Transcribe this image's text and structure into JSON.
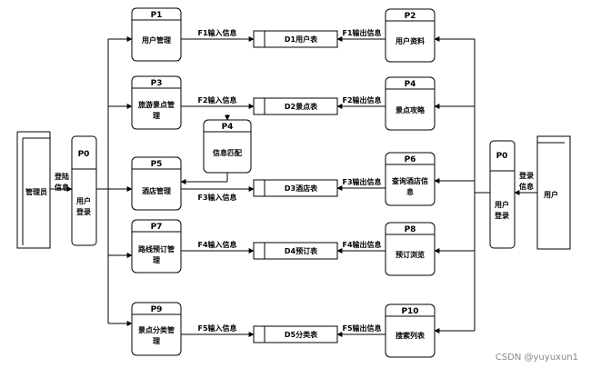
{
  "processes": {
    "p0_left": {
      "id": "P0",
      "lines": [
        "用户",
        "登录"
      ]
    },
    "p0_right": {
      "id": "P0",
      "lines": [
        "用户",
        "登录"
      ]
    },
    "p1": {
      "id": "P1",
      "lines": [
        "用户管理"
      ]
    },
    "p3": {
      "id": "P3",
      "lines": [
        "旅游景点管",
        "理"
      ]
    },
    "p5": {
      "id": "P5",
      "lines": [
        "酒店管理"
      ]
    },
    "p7": {
      "id": "P7",
      "lines": [
        "路线预订管",
        "理"
      ]
    },
    "p9": {
      "id": "P9",
      "lines": [
        "景点分类管",
        "理"
      ]
    },
    "p2": {
      "id": "P2",
      "lines": [
        "用户资料"
      ]
    },
    "p4r": {
      "id": "P4",
      "lines": [
        "景点攻略"
      ]
    },
    "p6": {
      "id": "P6",
      "lines": [
        "查询酒店信",
        "息"
      ]
    },
    "p8": {
      "id": "P8",
      "lines": [
        "预订浏览"
      ]
    },
    "p10": {
      "id": "P10",
      "lines": [
        "搜索列表"
      ]
    },
    "p4m": {
      "id": "P4",
      "lines": [
        "信息匹配"
      ]
    }
  },
  "externals": {
    "admin": "管理员",
    "user": "用户"
  },
  "login_flows": {
    "left": [
      "登陆",
      "信息"
    ],
    "right": [
      "登录",
      "信息"
    ]
  },
  "stores": [
    "D1用户表",
    "D2景点表",
    "D3酒店表",
    "D4预订表",
    "D5分类表"
  ],
  "flows_in": [
    "F1输入信息",
    "F2输入信息",
    "F3输入信息",
    "F4输入信息",
    "F5输入信息"
  ],
  "flows_out": [
    "F1输出信息",
    "F2输出信息",
    "F3输出信息",
    "F4输出信息",
    "F5输出信息"
  ],
  "watermark": "CSDN @yuyuxun1"
}
